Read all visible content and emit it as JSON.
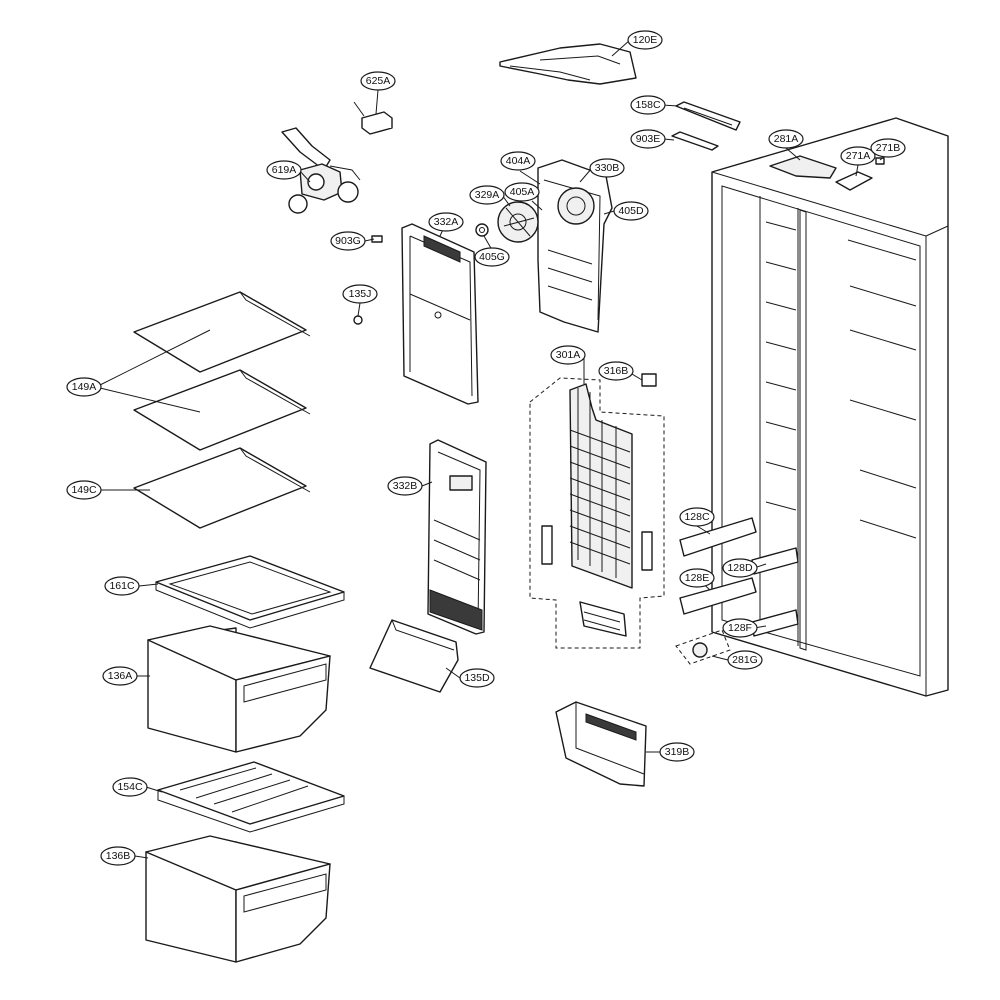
{
  "diagram": {
    "callouts": {
      "c120E": "120E",
      "c625A": "625A",
      "c158C": "158C",
      "c903E": "903E",
      "c281A": "281A",
      "c271A": "271A",
      "c271B": "271B",
      "c619A": "619A",
      "c404A": "404A",
      "c405A": "405A",
      "c330B": "330B",
      "c329A": "329A",
      "c405D": "405D",
      "c332A": "332A",
      "c903G": "903G",
      "c405G": "405G",
      "c135J": "135J",
      "c149A": "149A",
      "c301A": "301A",
      "c316B": "316B",
      "c149C": "149C",
      "c332B": "332B",
      "c128C": "128C",
      "c161C": "161C",
      "c128D": "128D",
      "c128E": "128E",
      "c128F": "128F",
      "c281G": "281G",
      "c135D": "135D",
      "c136A": "136A",
      "c319B": "319B",
      "c154C": "154C",
      "c136B": "136B"
    }
  }
}
